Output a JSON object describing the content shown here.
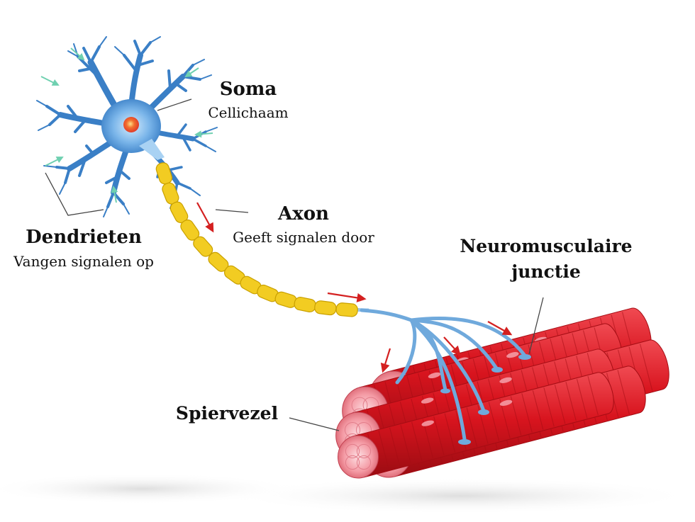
{
  "labels": {
    "soma": {
      "title": "Soma",
      "subtitle": "Cellichaam"
    },
    "axon": {
      "title": "Axon",
      "subtitle": "Geeft signalen door"
    },
    "dendrites": {
      "title": "Dendrieten",
      "subtitle": "Vangen signalen op"
    },
    "junction": {
      "line1": "Neuromusculaire",
      "line2": "junctie"
    },
    "muscle": {
      "title": "Spiervezel"
    }
  },
  "colors": {
    "dendrite": "#3a7fc6",
    "dendrite_light": "#8fc3ee",
    "nucleus": "#e8553a",
    "myelin": "#f2cc22",
    "myelin_edge": "#c9a000",
    "muscle": "#d8141e",
    "muscle_dark": "#a50d14",
    "muscle_end": "#f49aa4",
    "nerve_branch": "#6fa9dc",
    "signal_arrow": "#d42020",
    "input_arrow": "#6fd0b0"
  }
}
